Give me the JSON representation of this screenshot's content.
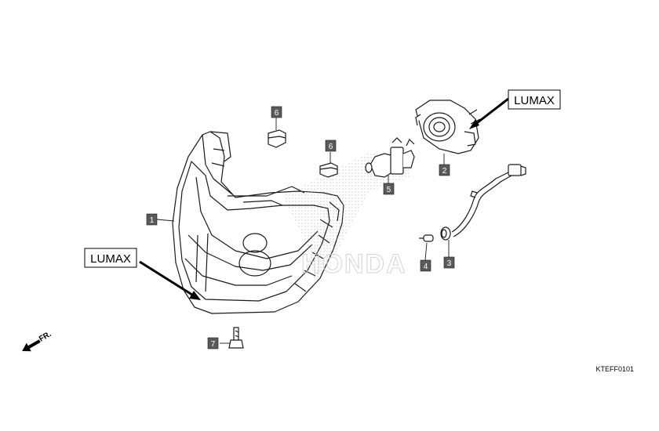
{
  "diagram": {
    "diagram_code": "KTEFF0101",
    "direction_label": "FR.",
    "brand_labels": [
      "LUMAX",
      "LUMAX"
    ],
    "callouts": [
      {
        "number": "1",
        "part": "headlight-unit"
      },
      {
        "number": "2",
        "part": "bulb-socket-cover"
      },
      {
        "number": "3",
        "part": "position-socket-harness"
      },
      {
        "number": "4",
        "part": "position-bulb"
      },
      {
        "number": "5",
        "part": "headlight-bulb"
      },
      {
        "number": "6",
        "part": "rubber-grommet"
      },
      {
        "number": "6",
        "part": "rubber-grommet"
      },
      {
        "number": "7",
        "part": "mounting-bolt"
      }
    ],
    "colors": {
      "line": "#1a1a1a",
      "callout_fill": "#5a5a5a",
      "callout_text": "#ffffff",
      "shading": "#b8b8b8"
    }
  }
}
